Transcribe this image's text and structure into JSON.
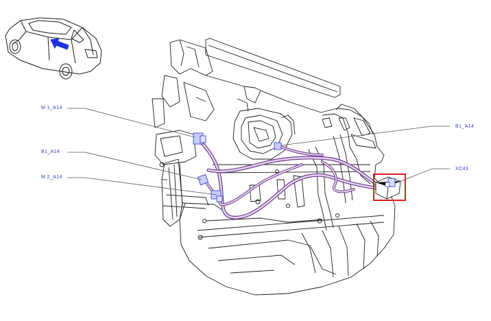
{
  "colors": {
    "line": "#1a1a1a",
    "harness": "#b07ac8",
    "harness_dark": "#6a3d8a",
    "connector": "#4a56d8",
    "label": "#2b3bd6",
    "highlight": "#e0191e",
    "arrow": "#1f2fe0"
  },
  "labels": {
    "m1": "M 1_A14",
    "b1_left": "B1_A14",
    "m2": "M 2_A14",
    "b1_right": "B1_A14",
    "xc": "XC43"
  },
  "icons": {
    "vehicle": "hatchback-car-icon",
    "direction": "direction-arrow-icon"
  }
}
